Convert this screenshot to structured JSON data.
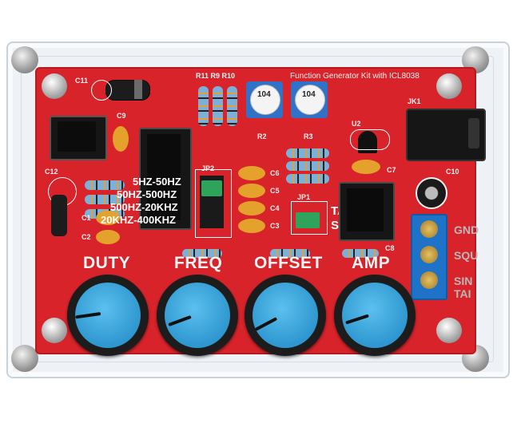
{
  "board": {
    "title": "Function Generator Kit with ICL8038",
    "colors": {
      "pcb": "#d8232a",
      "knob": "#3aa7de",
      "knob_ring": "#1c1c1c",
      "terminal": "#1e73c9",
      "acrylic": "#eef2f6"
    }
  },
  "silkscreen": {
    "resistors_top": "R11 R9 R10",
    "c11": "C11",
    "c9": "C9",
    "c12": "C12",
    "c1": "C1",
    "c2": "C2",
    "jp2": "JP2",
    "jp1": "JP1",
    "c6": "C6",
    "c5": "C5",
    "c4": "C4",
    "c3": "C3",
    "c7": "C7",
    "c8": "C8",
    "c10": "C10",
    "u2": "U2",
    "jk1": "JK1",
    "r2": "R2",
    "r3": "R3",
    "trim_code": "104"
  },
  "ranges": [
    "5HZ-50HZ",
    "50HZ-500HZ",
    "500HZ-20KHZ",
    "20KHZ-400KHZ"
  ],
  "wave_modes": [
    "TAI",
    "SIN"
  ],
  "knobs": [
    "DUTY",
    "FREQ",
    "OFFSET",
    "AMP"
  ],
  "terminals": [
    "GND",
    "SQU",
    "SIN",
    "TAI"
  ]
}
